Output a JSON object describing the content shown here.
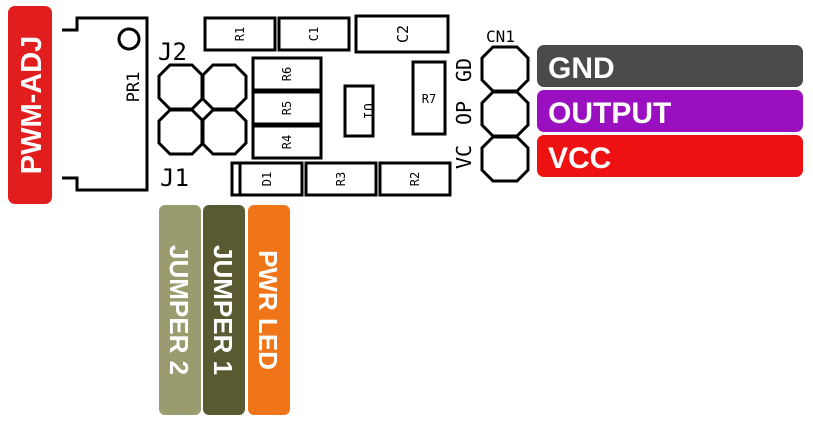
{
  "designators": {
    "pr1": "PR1",
    "j2": "J2",
    "j1": "J1",
    "r1": "R1",
    "c1": "C1",
    "c2": "C2",
    "cn1": "CN1",
    "r6": "R6",
    "r5": "R5",
    "r4": "R4",
    "u1": "U1",
    "r7": "R7",
    "d1": "D1",
    "r3": "R3",
    "r2": "R2",
    "pin_vcc": "VC",
    "pin_op": "OP",
    "pin_gd": "GD"
  },
  "side_label": {
    "text": "PWM-ADJ",
    "color": "#e21d1d"
  },
  "pin_labels": [
    {
      "text": "GND",
      "color": "#4a4a4a"
    },
    {
      "text": "OUTPUT",
      "color": "#9a0fc0"
    },
    {
      "text": "VCC",
      "color": "#ee1111"
    }
  ],
  "bottom_labels": [
    {
      "text": "JUMPER 2",
      "color": "#9b9b70"
    },
    {
      "text": "JUMPER 1",
      "color": "#5a5a32"
    },
    {
      "text": "PWR LED",
      "color": "#f07418"
    }
  ]
}
